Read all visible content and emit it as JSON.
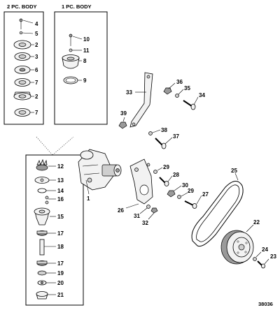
{
  "diagram": {
    "headers": {
      "two_piece_body": "2 PC. BODY",
      "one_piece_body": "1 PC. BODY"
    },
    "figure_number": "38036",
    "callouts": {
      "c1": "1",
      "c2a": "2",
      "c2b": "2",
      "c3": "3",
      "c4": "4",
      "c5": "5",
      "c6": "6",
      "c7a": "7",
      "c7b": "7",
      "c8": "8",
      "c9": "9",
      "c10": "10",
      "c11": "11",
      "c12": "12",
      "c13": "13",
      "c14": "14",
      "c15": "15",
      "c16": "16",
      "c17a": "17",
      "c17b": "17",
      "c18": "18",
      "c19": "19",
      "c20": "20",
      "c21": "21",
      "c22": "22",
      "c23": "23",
      "c24": "24",
      "c25": "25",
      "c26": "26",
      "c27": "27",
      "c28": "28",
      "c29a": "29",
      "c29b": "29",
      "c30": "30",
      "c31": "31",
      "c32": "32",
      "c33": "33",
      "c34": "34",
      "c35": "35",
      "c36": "36",
      "c37": "37",
      "c38": "38",
      "c39": "39"
    }
  }
}
